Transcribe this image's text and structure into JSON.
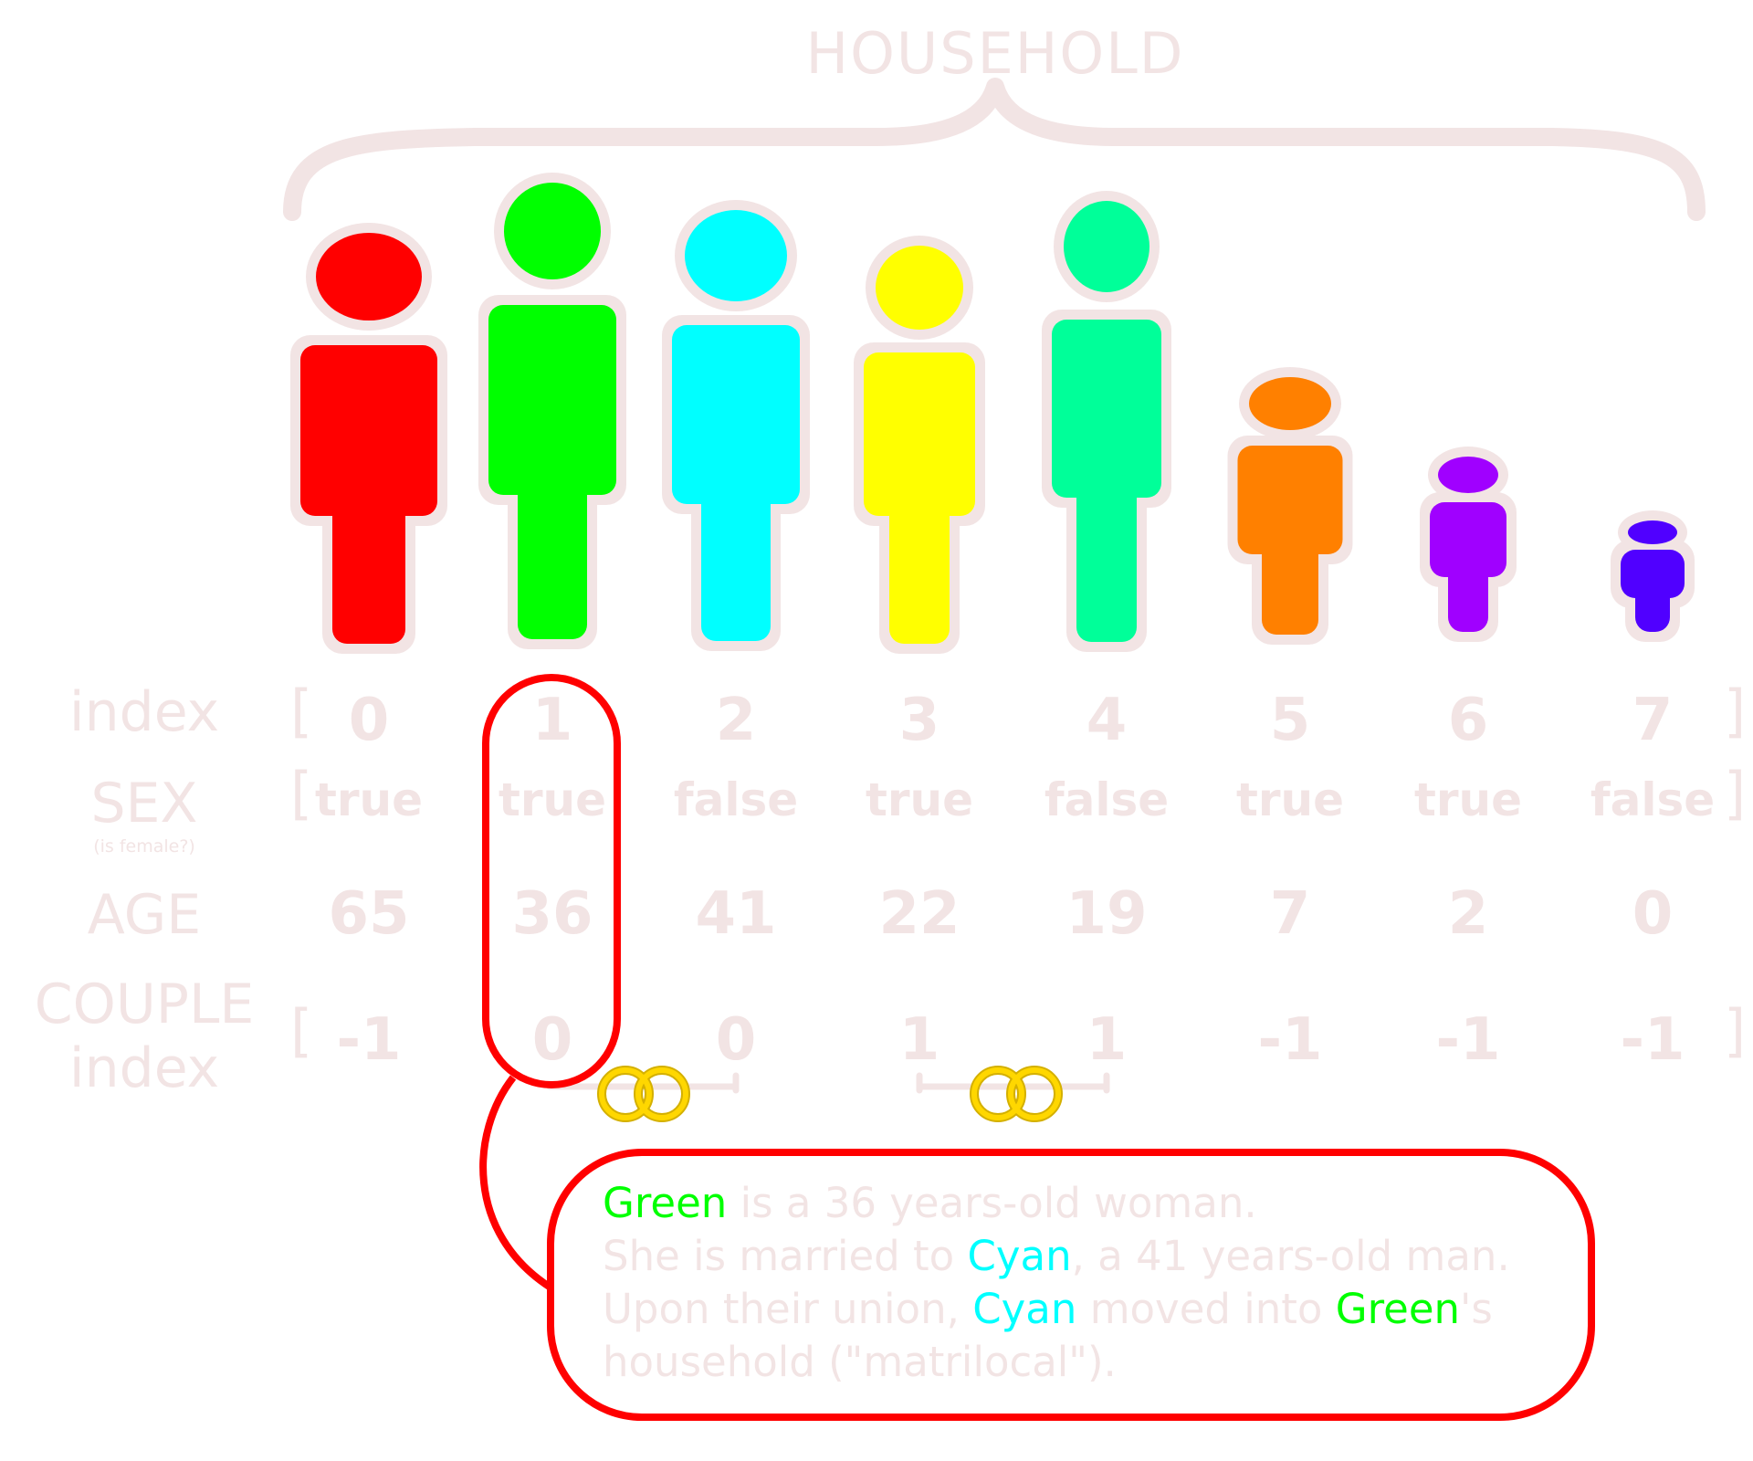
{
  "title": "HOUSEHOLD",
  "labels": {
    "index": "index",
    "sex": "SEX",
    "sex_note": "(is female?)",
    "age": "AGE",
    "couple_line1": "COUPLE",
    "couple_line2": "index"
  },
  "brackets": {
    "open": "[",
    "close": "]"
  },
  "persons": [
    {
      "index": "0",
      "sex": "true",
      "age": "65",
      "couple": "-1",
      "color": "#ff0000"
    },
    {
      "index": "1",
      "sex": "true",
      "age": "36",
      "couple": "0",
      "color": "#00ff00"
    },
    {
      "index": "2",
      "sex": "false",
      "age": "41",
      "couple": "0",
      "color": "#00ffff"
    },
    {
      "index": "3",
      "sex": "true",
      "age": "22",
      "couple": "1",
      "color": "#ffff00"
    },
    {
      "index": "4",
      "sex": "false",
      "age": "19",
      "couple": "1",
      "color": "#00ff99"
    },
    {
      "index": "5",
      "sex": "true",
      "age": "7",
      "couple": "-1",
      "color": "#ff8000"
    },
    {
      "index": "6",
      "sex": "true",
      "age": "2",
      "couple": "-1",
      "color": "#a000ff"
    },
    {
      "index": "7",
      "sex": "false",
      "age": "0",
      "couple": "-1",
      "color": "#5000ff"
    }
  ],
  "couples": [
    {
      "members": [
        "1",
        "2"
      ],
      "icon": "wedding-rings-icon"
    },
    {
      "members": [
        "3",
        "4"
      ],
      "icon": "wedding-rings-icon"
    }
  ],
  "callout": {
    "line1": {
      "name1": "Green",
      "rest": " is a 36 years-old woman."
    },
    "line2": {
      "pre": "She is married to ",
      "name1": "Cyan",
      "rest": ", a 41 years-old man."
    },
    "line3": {
      "pre": "Upon their union, ",
      "name1": "Cyan",
      "mid": " moved into ",
      "name2": "Green",
      "post": "'s"
    },
    "line4": {
      "text": "household (\"matrilocal\")."
    }
  },
  "colors": {
    "faded_text": "#f2e4e4",
    "highlight": "#ff0000",
    "green": "#00ff00",
    "cyan": "#00ffff",
    "rings": "#ffd700"
  }
}
